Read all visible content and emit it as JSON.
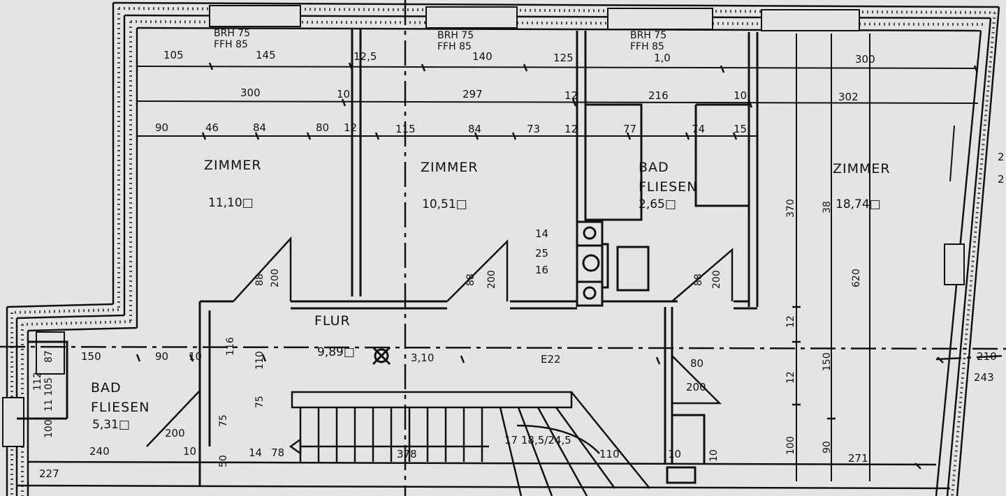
{
  "rooms": {
    "zimmer1": {
      "name": "ZIMMER",
      "area": "11,10□"
    },
    "zimmer2": {
      "name": "ZIMMER",
      "area": "10,51□"
    },
    "bad_top": {
      "name": "BAD",
      "finish": "FLIESEN",
      "area": "2,65□"
    },
    "zimmer3": {
      "name": "ZIMMER",
      "area": "18,74□"
    },
    "flur": {
      "name": "FLUR",
      "area": "9,89□"
    },
    "bad_left": {
      "name": "BAD",
      "finish": "FLIESEN",
      "area": "5,31□"
    }
  },
  "window_notes": {
    "w1": {
      "line1": "BRH 75",
      "line2": "FFH 85"
    },
    "w2": {
      "line1": "BRH 75",
      "line2": "FFH 85"
    },
    "w3": {
      "line1": "BRH 75",
      "line2": "FFH 85"
    }
  },
  "dims_row1": {
    "a": "105",
    "b": "145",
    "c": "12,5",
    "d": "140",
    "e": "125",
    "f": "1,0",
    "g": "300"
  },
  "dims_row2": {
    "a": "300",
    "b": "10",
    "c": "297",
    "d": "12",
    "e": "216",
    "f": "10",
    "g": "302"
  },
  "dims_row3": {
    "a": "90",
    "b": "46",
    "c": "84",
    "d": "80",
    "e": "12",
    "f": "115",
    "g": "84",
    "h": "73",
    "i": "12",
    "j": "77",
    "k": "74",
    "l": "15"
  },
  "flue": {
    "a": "14",
    "b": "25",
    "c": "16"
  },
  "doors": {
    "d1a": "88",
    "d1b": "200",
    "d2a": "88",
    "d2b": "200",
    "d3a": "88",
    "d3b": "200",
    "d4a": "80",
    "d4b": "200"
  },
  "flur_dims": {
    "a": "150",
    "b": "90",
    "c": "10",
    "d": "3,10",
    "e": "E22",
    "f": "116",
    "g": "110",
    "h": "75"
  },
  "right_dims": {
    "a": "370",
    "b": "38",
    "c": "620",
    "d": "12",
    "e": "150",
    "f": "100",
    "g": "90",
    "h": "271",
    "i": "12",
    "j": "10"
  },
  "outer_dims": {
    "a": "210",
    "b": "243",
    "c": "2",
    "d": "2"
  },
  "bad_left_dims": {
    "a": "87",
    "b": "112",
    "c": "11 105",
    "d": "100",
    "e": "200",
    "f": "240",
    "g": "10",
    "h": "227",
    "i": "75",
    "j": "50",
    "k": "14",
    "l": "78"
  },
  "stair": {
    "a": "378",
    "b": "17 18,5/24,5",
    "c": "110",
    "d": "10"
  }
}
